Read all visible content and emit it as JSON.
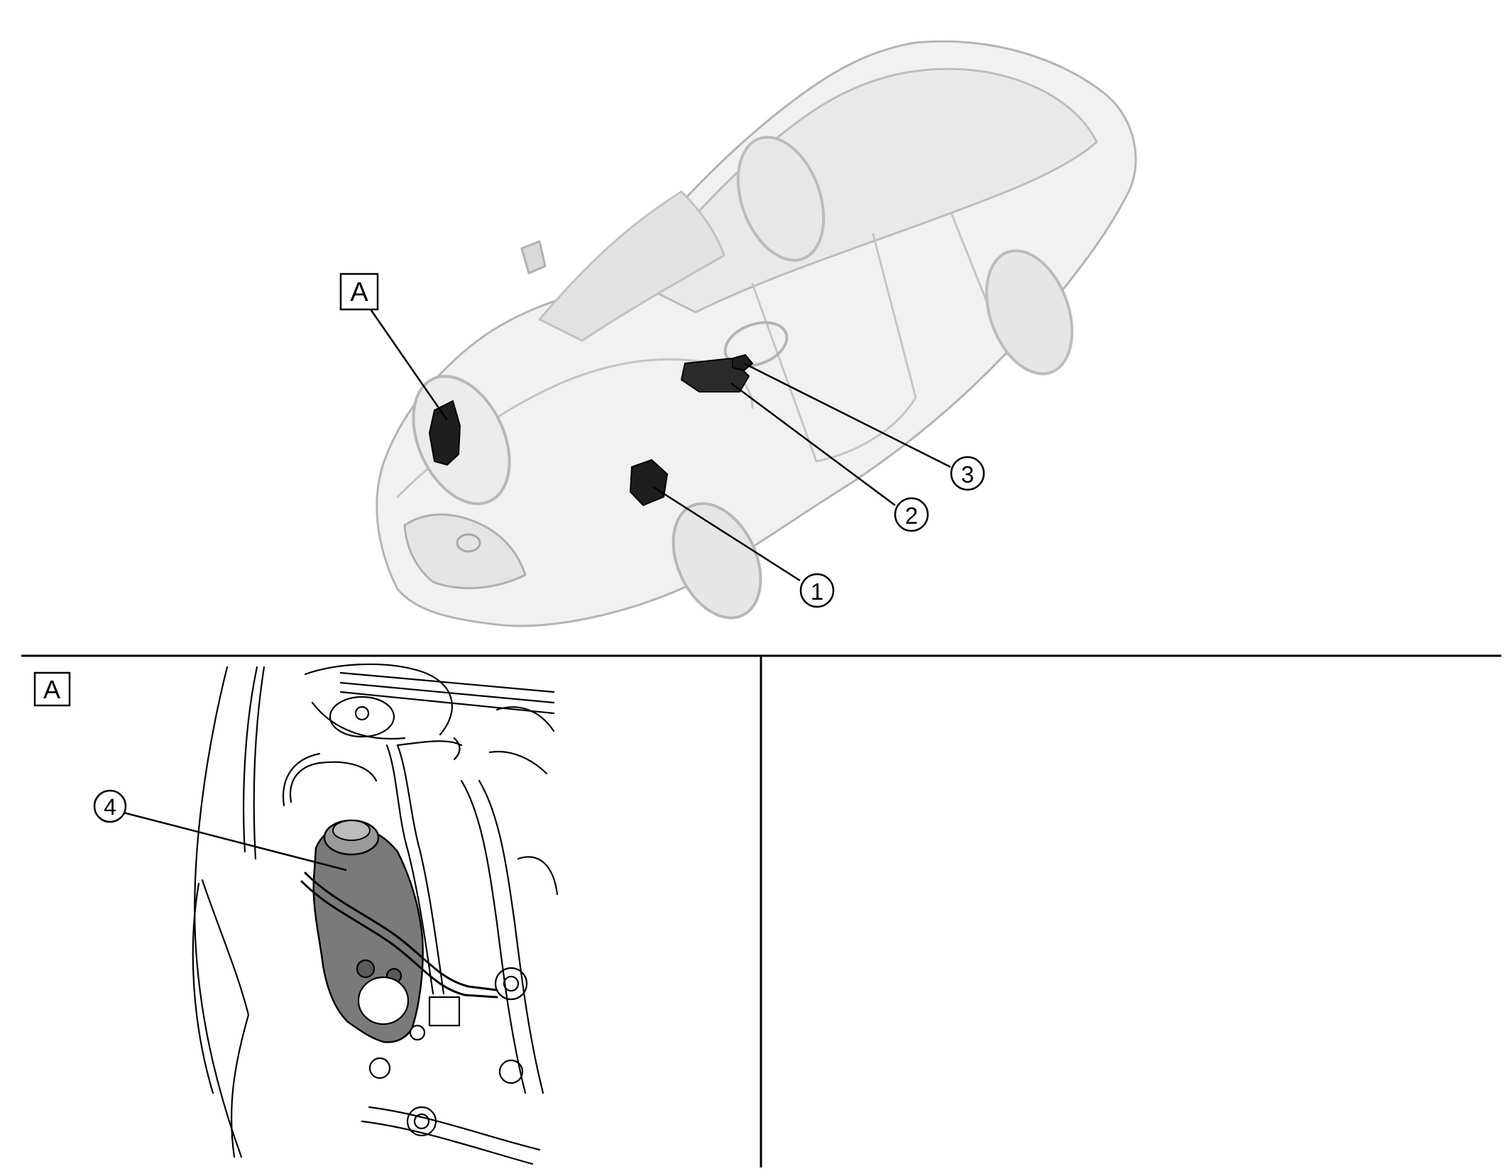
{
  "callouts": {
    "c1": "1",
    "c2": "2",
    "c3": "3",
    "c4": "4"
  },
  "detail_tags": {
    "main_view": "A",
    "detail_panel": "A"
  },
  "colors": {
    "ink": "#000000",
    "ghost_body": "#b8b8b8",
    "component_fill": "#1e1e1e",
    "reservoir_fill": "#7a7a7a"
  }
}
